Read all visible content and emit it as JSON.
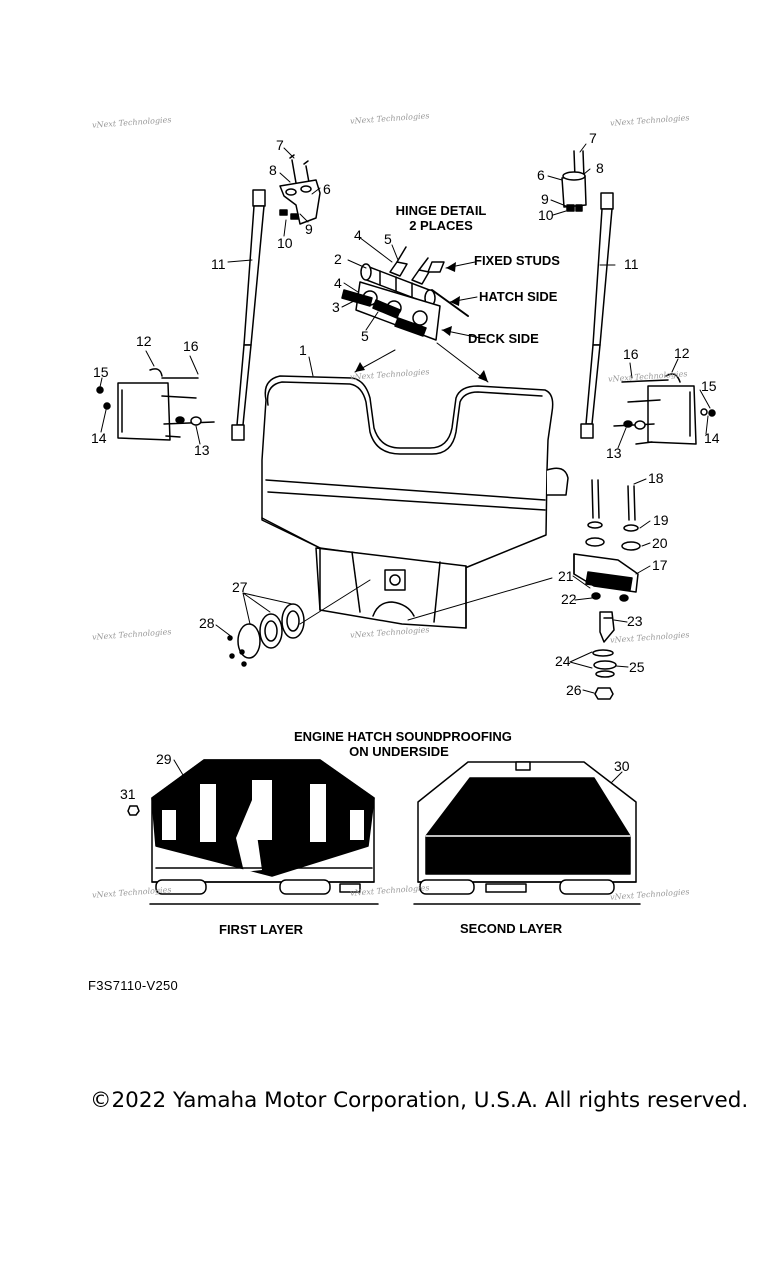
{
  "diagram": {
    "callouts": [
      "1",
      "2",
      "3",
      "4",
      "4",
      "5",
      "5",
      "6",
      "6",
      "7",
      "7",
      "8",
      "8",
      "9",
      "9",
      "10",
      "10",
      "11",
      "11",
      "12",
      "12",
      "13",
      "13",
      "14",
      "14",
      "15",
      "15",
      "16",
      "16",
      "17",
      "18",
      "19",
      "20",
      "21",
      "22",
      "23",
      "24",
      "25",
      "26",
      "27",
      "28",
      "29",
      "30",
      "31"
    ],
    "captions": {
      "hinge_detail_line1": "HINGE DETAIL",
      "hinge_detail_line2": "2 PLACES",
      "fixed_studs": "FIXED STUDS",
      "hatch_side": "HATCH SIDE",
      "deck_side": "DECK SIDE",
      "soundproofing_line1": "ENGINE HATCH SOUNDPROOFING",
      "soundproofing_line2": "ON UNDERSIDE",
      "first_layer": "FIRST LAYER",
      "second_layer": "SECOND LAYER"
    },
    "watermark": "vNext Technologies"
  },
  "footer": {
    "drawing_code": "F3S7110-V250",
    "copyright": "©2022 Yamaha Motor Corporation, U.S.A. All rights reserved."
  }
}
